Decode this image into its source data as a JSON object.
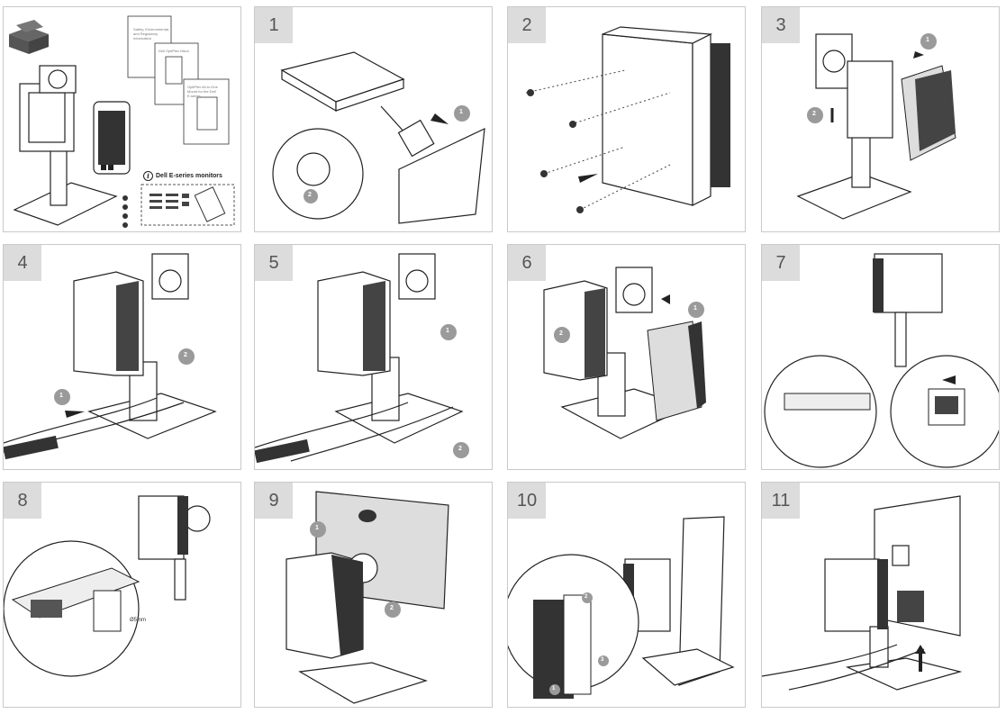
{
  "steps": [
    {
      "number": ""
    },
    {
      "number": "1"
    },
    {
      "number": "2"
    },
    {
      "number": "3"
    },
    {
      "number": "4"
    },
    {
      "number": "5"
    },
    {
      "number": "6"
    },
    {
      "number": "7"
    },
    {
      "number": "8"
    },
    {
      "number": "9"
    },
    {
      "number": "10"
    },
    {
      "number": "11"
    }
  ],
  "box_contents": {
    "info_label": "Dell E-series monitors",
    "doc1_lines": [
      "Safety, Environmental,",
      "and Regulatory Information"
    ],
    "doc2_lines": [
      "Dell OptiPlex Micro"
    ],
    "doc3_lines": [
      "OptiPlex All-in-One Mount for the Dell",
      "E-series"
    ]
  },
  "callouts": {
    "s1": [
      "1",
      "2"
    ],
    "s3": [
      "1",
      "2"
    ],
    "s4": [
      "1",
      "2"
    ],
    "s5": [
      "1",
      "2"
    ],
    "s6": [
      "1",
      "2"
    ],
    "s9": [
      "1",
      "2"
    ],
    "s10": [
      "1",
      "2",
      "3"
    ]
  },
  "diameter_label": "Ø5mm",
  "colors": {
    "panel_border": "#c9c9c9",
    "number_tab": "#dcdcdc",
    "callout": "#9a9a9a",
    "line": "#222222"
  }
}
